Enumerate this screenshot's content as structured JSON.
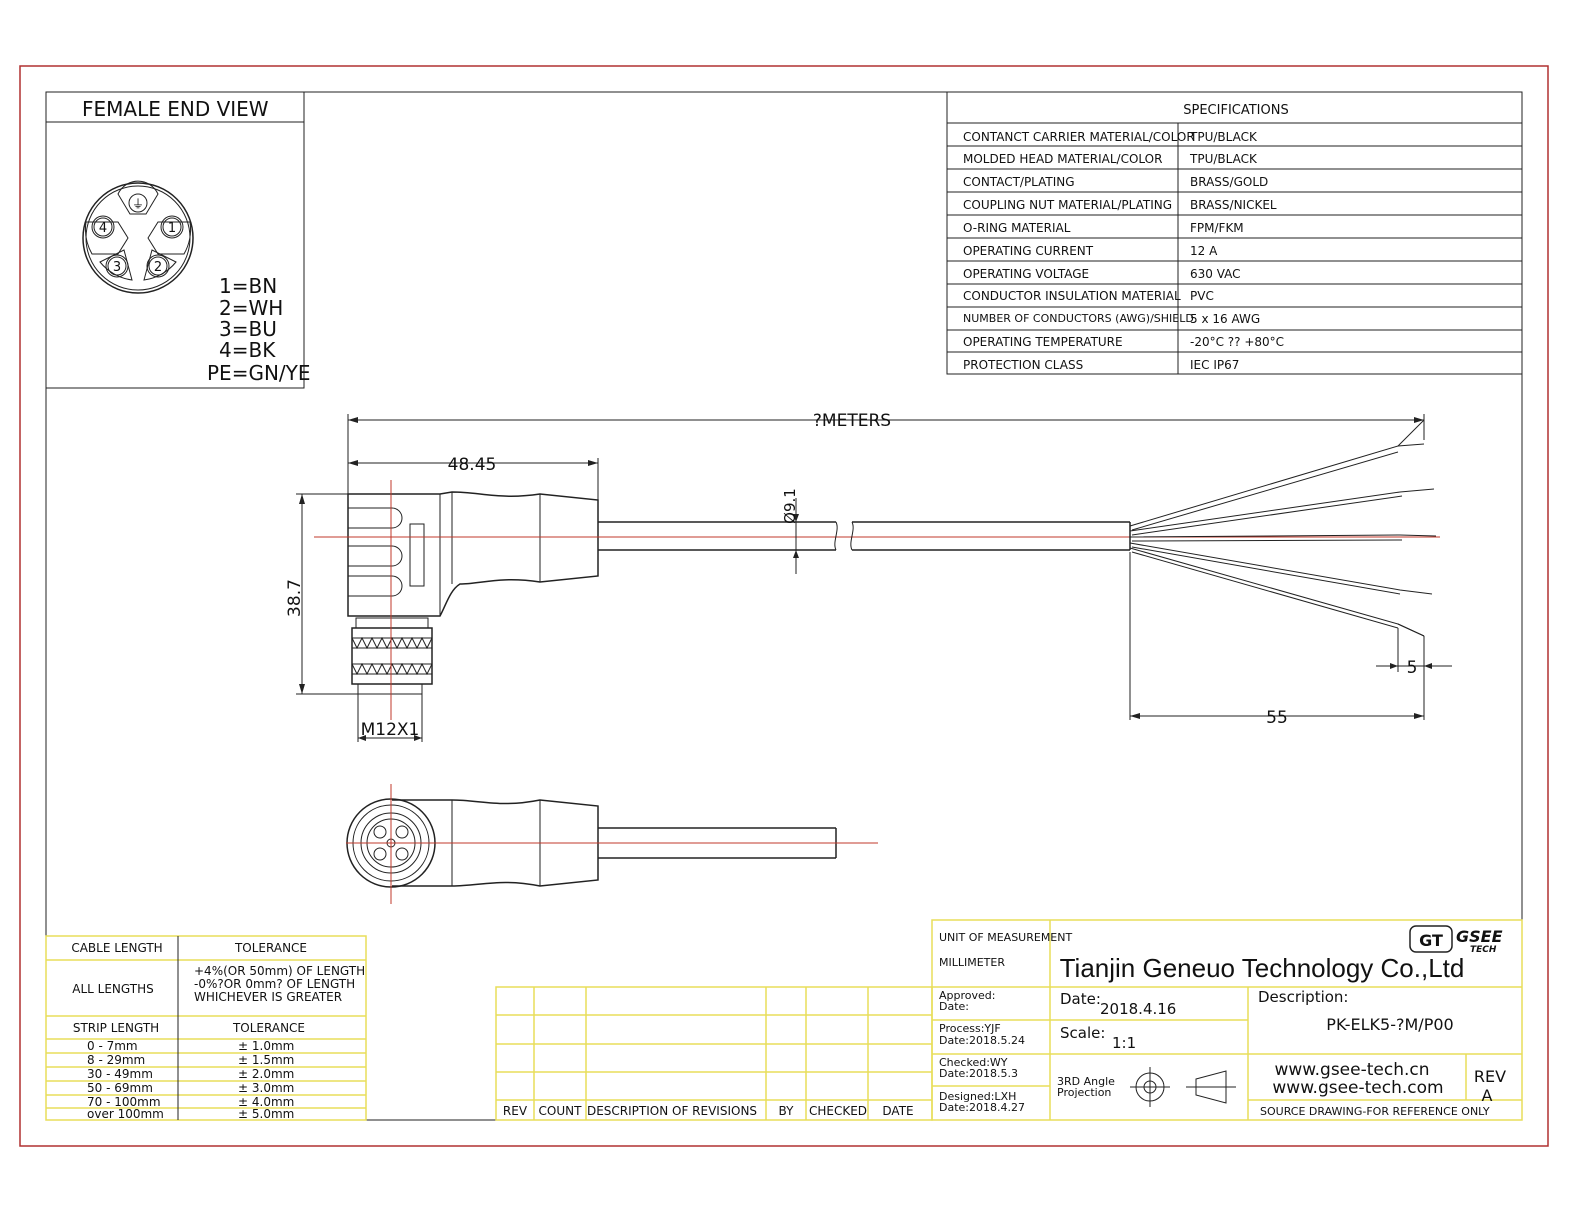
{
  "female_end_view": {
    "title": "FEMALE END VIEW",
    "pins": [
      "1",
      "2",
      "3",
      "4"
    ],
    "pe_symbol": "⏚",
    "legend": [
      "1=BN",
      "2=WH",
      "3=BU",
      "4=BK",
      "PE=GN/YE"
    ]
  },
  "specifications": {
    "title": "SPECIFICATIONS",
    "rows": [
      {
        "label": "CONTANCT CARRIER MATERIAL/COLOR",
        "value": "TPU/BLACK"
      },
      {
        "label": "MOLDED HEAD MATERIAL/COLOR",
        "value": "TPU/BLACK"
      },
      {
        "label": "CONTACT/PLATING",
        "value": "BRASS/GOLD"
      },
      {
        "label": "COUPLING NUT MATERIAL/PLATING",
        "value": "BRASS/NICKEL"
      },
      {
        "label": "O-RING MATERIAL",
        "value": "FPM/FKM"
      },
      {
        "label": "OPERATING CURRENT",
        "value": "12 A"
      },
      {
        "label": "OPERATING VOLTAGE",
        "value": "630 VAC"
      },
      {
        "label": "CONDUCTOR INSULATION MATERIAL",
        "value": "PVC"
      },
      {
        "label": "NUMBER OF CONDUCTORS (AWG)/SHIELD",
        "value": "5 x 16 AWG"
      },
      {
        "label": "OPERATING TEMPERATURE",
        "value": "-20°C ?? +80°C"
      },
      {
        "label": "PROTECTION CLASS",
        "value": "IEC  IP67"
      }
    ]
  },
  "dimensions": {
    "total_length": "?METERS",
    "head_length": "48.45",
    "head_height": "38.7",
    "cable_diameter": "Ø9.1",
    "thread": "M12X1",
    "strip": "5",
    "breakout": "55"
  },
  "tolerance_table": {
    "cable_length_header": "CABLE LENGTH",
    "tolerance_header": "TOLERANCE",
    "all_lengths": "ALL LENGTHS",
    "all_lengths_tolerance": [
      "+4%(OR 50mm) OF LENGTH",
      "-0%?OR 0mm? OF LENGTH",
      "WHICHEVER  IS  GREATER"
    ],
    "strip_length_header": "STRIP LENGTH",
    "strip_tolerance_header": "TOLERANCE",
    "strip_rows": [
      {
        "range": "0 - 7mm",
        "tol": "± 1.0mm"
      },
      {
        "range": "8 - 29mm",
        "tol": "± 1.5mm"
      },
      {
        "range": "30 - 49mm",
        "tol": "± 2.0mm"
      },
      {
        "range": "50 - 69mm",
        "tol": "± 3.0mm"
      },
      {
        "range": "70 - 100mm",
        "tol": "± 4.0mm"
      },
      {
        "range": "over 100mm",
        "tol": "± 5.0mm"
      }
    ]
  },
  "revisions": {
    "headers": [
      "REV",
      "COUNT",
      "DESCRIPTION  OF  REVISIONS",
      "BY",
      "CHECKED",
      "DATE"
    ]
  },
  "title_block": {
    "unit_label": "UNIT OF MEASUREMENT",
    "unit_value": "MILLIMETER",
    "company": "Tianjin Geneuo Technology Co.,Ltd",
    "logo_mark": "GT",
    "logo_text": "GSEE",
    "logo_sub": "TECH",
    "approved": "Approved:",
    "approved_date": "Date:",
    "process": "Process:YJF",
    "process_date": "Date:2018.5.24",
    "checked": "Checked:WY",
    "checked_date": "Date:2018.5.3",
    "designed": "Designed:LXH",
    "designed_date": "Date:2018.4.27",
    "date_label": "Date:",
    "date_value": "2018.4.16",
    "scale_label": "Scale:",
    "scale_value": "1:1",
    "projection": [
      "3RD Angle",
      "Projection"
    ],
    "description_label": "Description:",
    "description_value": "PK-ELK5-?M/P00",
    "web1": "www.gsee-tech.cn",
    "web2": "www.gsee-tech.com",
    "rev_label": "REV",
    "rev_value": "A",
    "source_note": "SOURCE DRAWING-FOR REFERENCE ONLY"
  }
}
